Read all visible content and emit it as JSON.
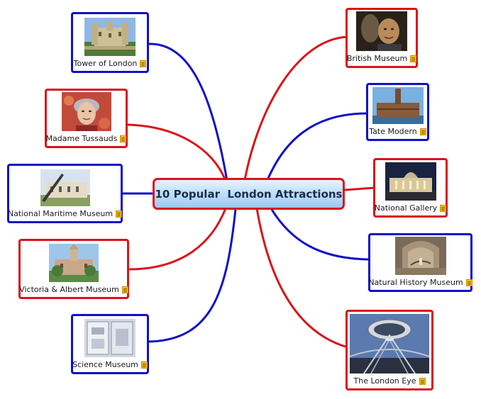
{
  "central_topic": "10 Popular  London Attractions",
  "colors": {
    "red_branch": "#d8141a",
    "blue_branch": "#1010c8",
    "central_fill": "#b9dcfb"
  },
  "attractions_left": [
    {
      "label": "Tower of London",
      "branch_color": "blue",
      "has_note": true
    },
    {
      "label": "Madame Tussauds",
      "branch_color": "red",
      "has_note": true
    },
    {
      "label": "National Maritime Museum",
      "branch_color": "blue",
      "has_note": true
    },
    {
      "label": "Victoria & Albert Museum",
      "branch_color": "red",
      "has_note": true
    },
    {
      "label": "Science Museum",
      "branch_color": "blue",
      "has_note": true
    }
  ],
  "attractions_right": [
    {
      "label": "British Museum",
      "branch_color": "red",
      "has_note": true
    },
    {
      "label": "Tate Modern",
      "branch_color": "blue",
      "has_note": true
    },
    {
      "label": "National Gallery",
      "branch_color": "red",
      "has_note": true
    },
    {
      "label": "Natural History Museum",
      "branch_color": "blue",
      "has_note": true
    },
    {
      "label": "The London Eye",
      "branch_color": "red",
      "has_note": true
    }
  ],
  "icons": {
    "note": "note-icon"
  }
}
